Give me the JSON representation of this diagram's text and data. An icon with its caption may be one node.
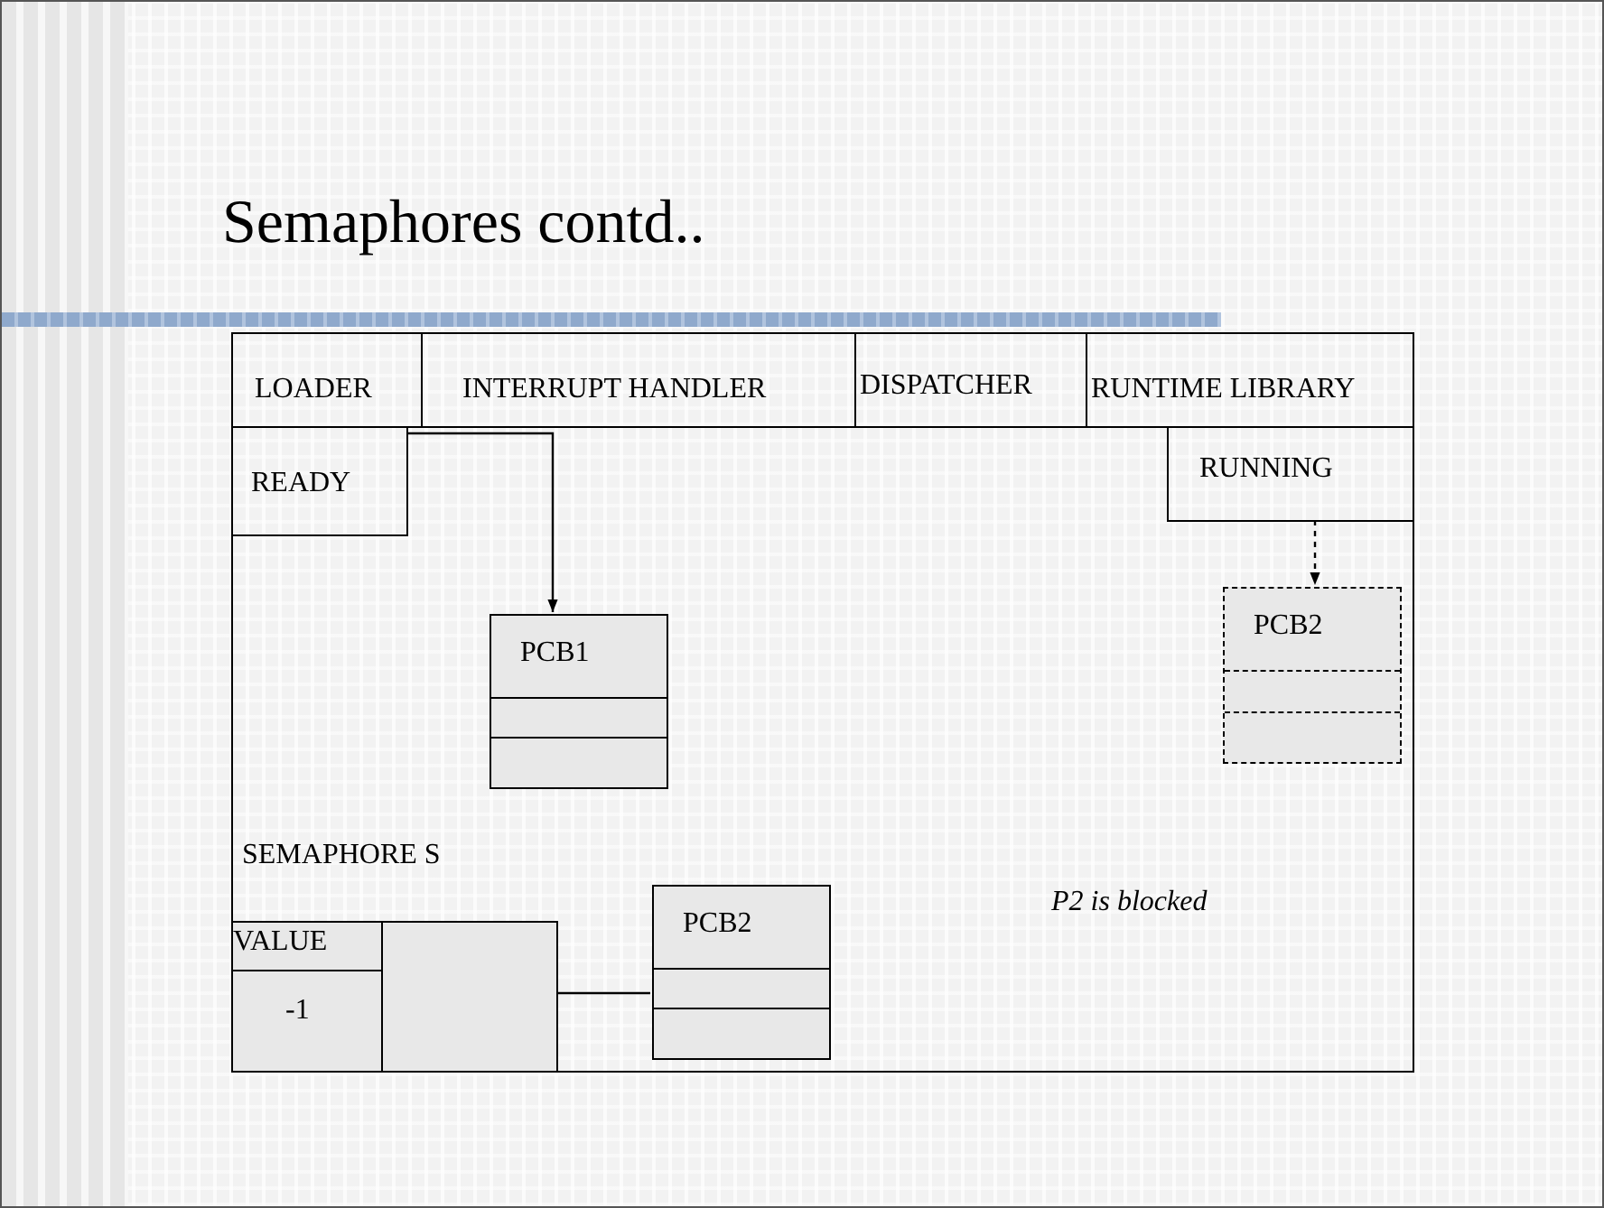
{
  "diagram": {
    "title": "Semaphores contd..",
    "nodes": [
      {
        "text": [],
        "shape": "box"
      },
      {
        "text": [
          "LOADER"
        ],
        "in": 0
      },
      {
        "text": [
          "INTERRUPT HANDLER"
        ],
        "in": 0
      },
      {
        "text": [
          "DISPATCHER"
        ],
        "in": 0
      },
      {
        "text": [
          "RUNTIME LIBRARY"
        ],
        "in": 0
      },
      {
        "text": [
          "READY"
        ],
        "in": 0
      },
      {
        "text": [
          "RUNNING"
        ],
        "in": 0
      },
      {
        "text": [
          "PCB1"
        ],
        "in": 0
      },
      {
        "text": [
          "PCB2"
        ],
        "in": 0
      },
      {
        "text": [
          "VALUE",
          "-1"
        ],
        "in": 0
      },
      {
        "text": [],
        "shape": "box",
        "in": 0
      },
      {
        "text": [
          "PCB2"
        ],
        "in": 0
      }
    ],
    "edges": [
      {
        "from": 5,
        "to": 7,
        "arrow": "to"
      },
      {
        "from": 6,
        "to": 8,
        "arrow": "to",
        "style": "dashed"
      },
      {
        "from": 10,
        "to": 11,
        "arrow": "none"
      }
    ],
    "labels": [
      "SEMAPHORE S",
      "P2 is blocked"
    ]
  }
}
